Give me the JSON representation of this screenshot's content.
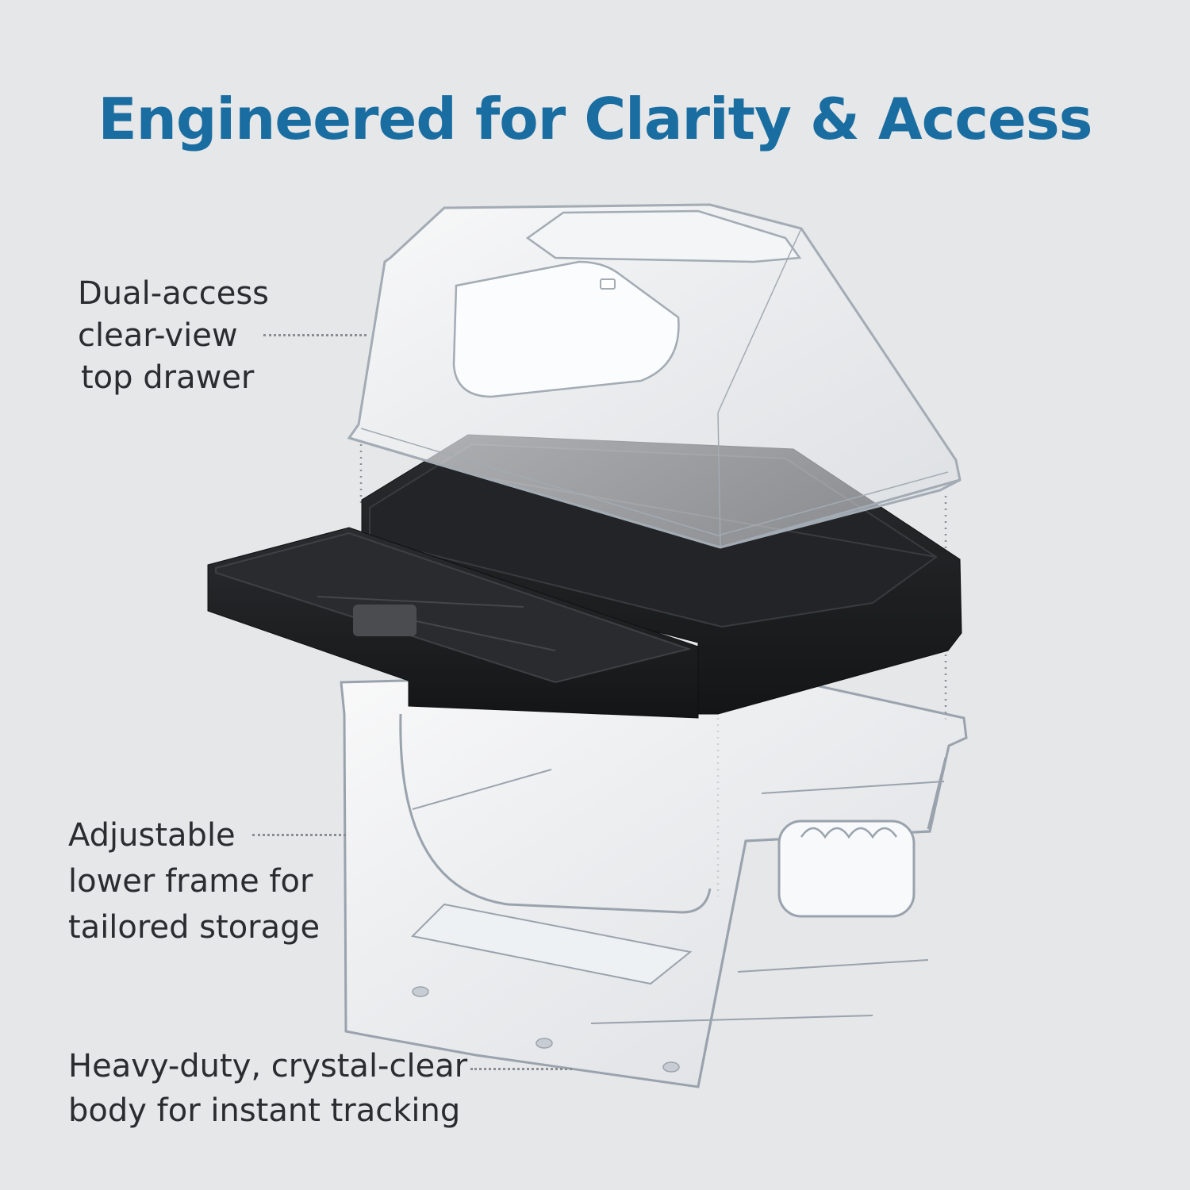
{
  "headline": "Engineered for Clarity & Access",
  "callouts": {
    "top_drawer": {
      "lines": [
        "Dual-access",
        "clear-view",
        "top drawer"
      ]
    },
    "lower_frame": {
      "lines": [
        "Adjustable",
        "lower frame for",
        "tailored storage"
      ]
    },
    "body": {
      "lines": [
        "Heavy-duty, crystal-clear",
        "body for instant tracking"
      ]
    }
  },
  "colors": {
    "headline": "#1a6da0",
    "background": "#e6e7e9",
    "drawer": "#1c1d1f",
    "clear_plastic": "#f4f6f8"
  }
}
